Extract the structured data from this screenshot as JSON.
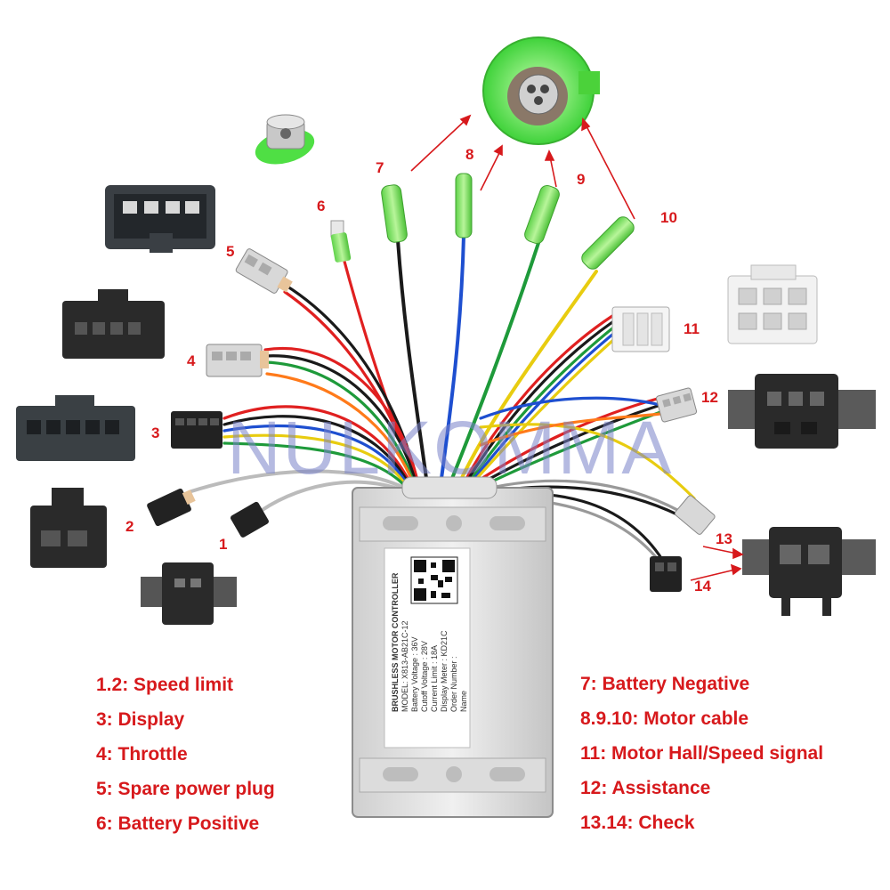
{
  "legend_left": [
    "1.2:  Speed limit",
    "3:  Display",
    "4:  Throttle",
    "5:  Spare power plug",
    "6:  Battery Positive"
  ],
  "legend_right": [
    "7:  Battery Negative",
    "8.9.10:  Motor cable",
    "11:  Motor Hall/Speed signal",
    "12:  Assistance",
    "13.14:  Check"
  ],
  "numbers": [
    "1",
    "2",
    "3",
    "4",
    "5",
    "6",
    "7",
    "8",
    "9",
    "10",
    "11",
    "12",
    "13",
    "14"
  ],
  "watermark": "NULKOMMA",
  "label_lines": [
    "BRUSHLESS MOTOR CONTROLLER",
    "MODEL: X813-AB21C-12",
    "Battery Voltage : 36V",
    "Cutoff Voltage : 28V",
    "Current  Limit : 18A",
    "Display Meter : KD21C",
    "Order Number :",
    "Name"
  ],
  "colors": {
    "label_red": "#d7191c",
    "wire_red": "#e02020",
    "wire_black": "#1a1a1a",
    "wire_blue": "#1e4fd0",
    "wire_green": "#1e9a3a",
    "wire_yellow": "#e8cc10",
    "sleeve_green": "#7ee25a"
  }
}
